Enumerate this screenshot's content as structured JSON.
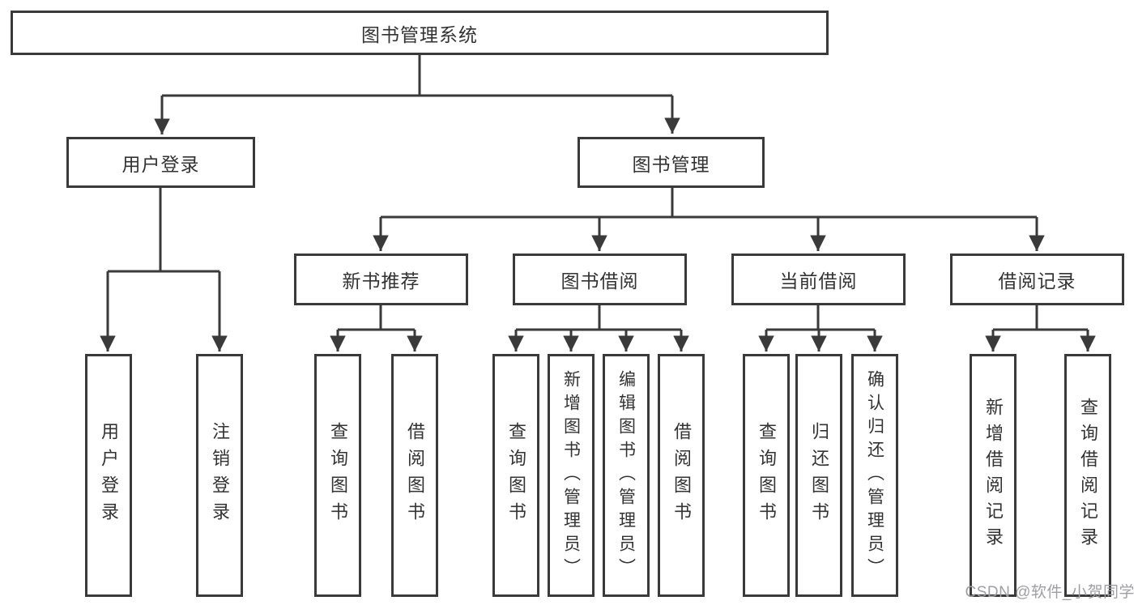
{
  "diagram": {
    "root": {
      "label": "图书管理系统"
    },
    "level2": [
      {
        "id": "user-login",
        "label": "用户登录"
      },
      {
        "id": "book-management",
        "label": "图书管理"
      }
    ],
    "level3": [
      {
        "id": "new-book-recommend",
        "label": "新书推荐",
        "parent": "图书管理"
      },
      {
        "id": "book-borrow",
        "label": "图书借阅",
        "parent": "图书管理"
      },
      {
        "id": "current-borrow",
        "label": "当前借阅",
        "parent": "图书管理"
      },
      {
        "id": "borrow-records",
        "label": "借阅记录",
        "parent": "图书管理"
      }
    ],
    "leaves": [
      {
        "label": "用户登录",
        "parent": "用户登录"
      },
      {
        "label": "注销登录",
        "parent": "用户登录"
      },
      {
        "label": "查询图书",
        "parent": "新书推荐"
      },
      {
        "label": "借阅图书",
        "parent": "新书推荐"
      },
      {
        "label": "查询图书",
        "parent": "图书借阅"
      },
      {
        "label": "新增图书（管理员）",
        "parent": "图书借阅"
      },
      {
        "label": "编辑图书（管理员）",
        "parent": "图书借阅"
      },
      {
        "label": "借阅图书",
        "parent": "图书借阅"
      },
      {
        "label": "查询图书",
        "parent": "当前借阅"
      },
      {
        "label": "归还图书",
        "parent": "当前借阅"
      },
      {
        "label": "确认归还（管理员）",
        "parent": "当前借阅"
      },
      {
        "label": "新增借阅记录",
        "parent": "借阅记录"
      },
      {
        "label": "查询借阅记录",
        "parent": "借阅记录"
      }
    ],
    "watermark": "CSDN @软件_小贺同学"
  },
  "colors": {
    "line": "#3a3a3a",
    "text": "#333333",
    "box_background": "#ffffff",
    "watermark": "#9f9fa3"
  }
}
